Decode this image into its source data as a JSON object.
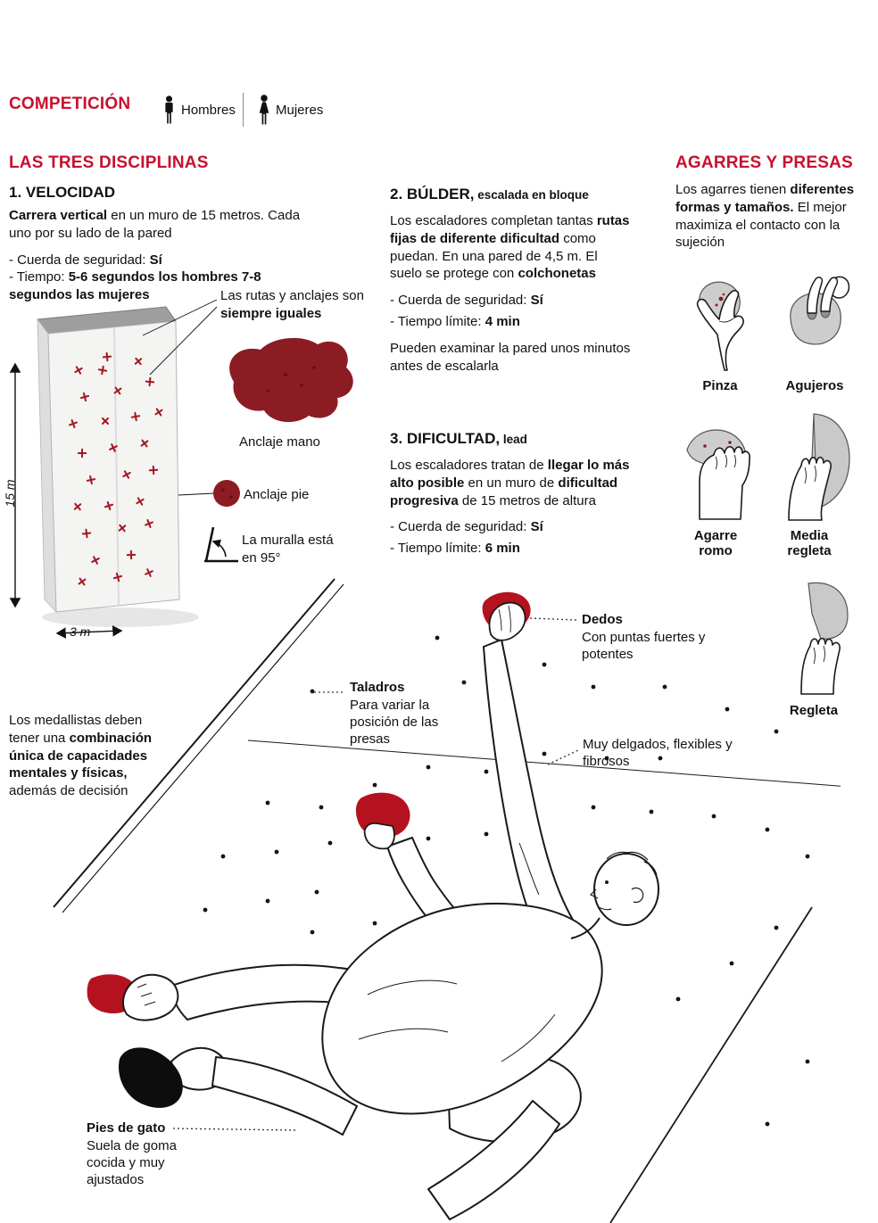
{
  "colors": {
    "heading_red": "#c8102e",
    "hold_dark_red": "#8c1c24",
    "hold_red": "#b5121f"
  },
  "icons": [
    "man-icon",
    "woman-icon",
    "velocity-wall-illustration",
    "hand-anchor-icon",
    "foot-anchor-icon",
    "angle-icon",
    "pinza-grip-icon",
    "agujeros-grip-icon",
    "agarre-romo-grip-icon",
    "media-regleta-grip-icon",
    "regleta-grip-icon",
    "climber-illustration"
  ],
  "header": {
    "title": "COMPETICIÓN",
    "legend_men": "Hombres",
    "legend_women": "Mujeres"
  },
  "disciplines_heading": "LAS TRES DISCIPLINAS",
  "velocidad": {
    "title": "1. VELOCIDAD",
    "p_bold": "Carrera vertical",
    "p_rest": " en un muro de 15 metros. Cada uno por su lado de la pared",
    "rope_label": "- Cuerda de seguridad: ",
    "rope_value": "Sí",
    "time_label": "- Tiempo: ",
    "time_value": "5-6 segundos los hombres 7-8 segundos las mujeres",
    "wall": {
      "routes_note": "Las rutas y anclajes son ",
      "routes_note_bold": "siempre iguales",
      "hand_anchor": "Anclaje mano",
      "foot_anchor": "Anclaje pie",
      "angle_note": "La muralla está en 95°",
      "height": "15 m",
      "width": "3 m"
    }
  },
  "bulder": {
    "title": "2. BÚLDER,",
    "subtitle": " escalada en bloque",
    "p1": "Los escaladores completan tantas ",
    "p1_b": "rutas fijas de diferente dificultad",
    "p2": " como puedan. En una pared de 4,5 m. El suelo se protege con ",
    "p2_b": "colchonetas",
    "rope_label": "- Cuerda de seguridad: ",
    "rope_value": "Sí",
    "time_label": "- Tiempo límite: ",
    "time_value": "4 min",
    "note": "Pueden examinar la pared unos minutos antes de escalarla"
  },
  "dificultad": {
    "title": "3. DIFICULTAD,",
    "subtitle": " lead",
    "p1": "Los escaladores tratan de ",
    "p1_b": "llegar lo más alto posible",
    "p2": " en un muro de ",
    "p2_b": "dificultad progresiva",
    "p3": " de 15 metros de altura",
    "rope_label": "- Cuerda de seguridad: ",
    "rope_value": "Sí",
    "time_label": "- Tiempo límite: ",
    "time_value": "6 min"
  },
  "agarres": {
    "heading": "AGARRES Y PRESAS",
    "intro1": "Los agarres tienen ",
    "intro_b": "diferentes formas y tamaños.",
    "intro2": " El mejor maximiza el contacto con la sujeción",
    "grips": [
      {
        "label": "Pinza",
        "icon": "pinza-grip-icon"
      },
      {
        "label": "Agujeros",
        "icon": "agujeros-grip-icon"
      },
      {
        "label": "Agarre romo",
        "icon": "agarre-romo-grip-icon"
      },
      {
        "label": "Media regleta",
        "icon": "media-regleta-grip-icon"
      },
      {
        "label": "Regleta",
        "icon": "regleta-grip-icon"
      }
    ]
  },
  "climber": {
    "medallists_1": "Los medallistas deben tener una ",
    "medallists_b": "combinación única de capacidades mentales y físicas,",
    "medallists_2": " además de decisión",
    "dedos_title": "Dedos",
    "dedos_desc": "Con puntas fuertes y potentes",
    "taladros_title": "Taladros",
    "taladros_desc": "Para variar la posición de las presas",
    "muscles_desc": "Muy delgados, flexibles y fibrosos",
    "pies_title": "Pies de gato",
    "pies_desc": "Suela de goma cocida y muy ajustados"
  }
}
